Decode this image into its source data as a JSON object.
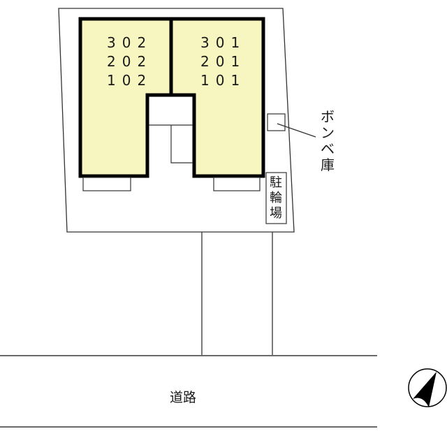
{
  "diagram": {
    "type": "site-layout-plan",
    "colors": {
      "building_fill": "#f7f6c0",
      "building_outline": "#000000",
      "line": "#333333",
      "background": "#ffffff"
    },
    "buildings": [
      {
        "name": "left-wing",
        "units": [
          "302",
          "202",
          "102"
        ]
      },
      {
        "name": "right-wing",
        "units": [
          "301",
          "201",
          "101"
        ]
      }
    ],
    "labels": {
      "gas_cylinder_storage": "ボンベ庫",
      "bicycle_parking": "駐輪場",
      "road": "道路"
    },
    "compass": {
      "icon": "north-arrow-icon",
      "direction": "north-east"
    }
  }
}
